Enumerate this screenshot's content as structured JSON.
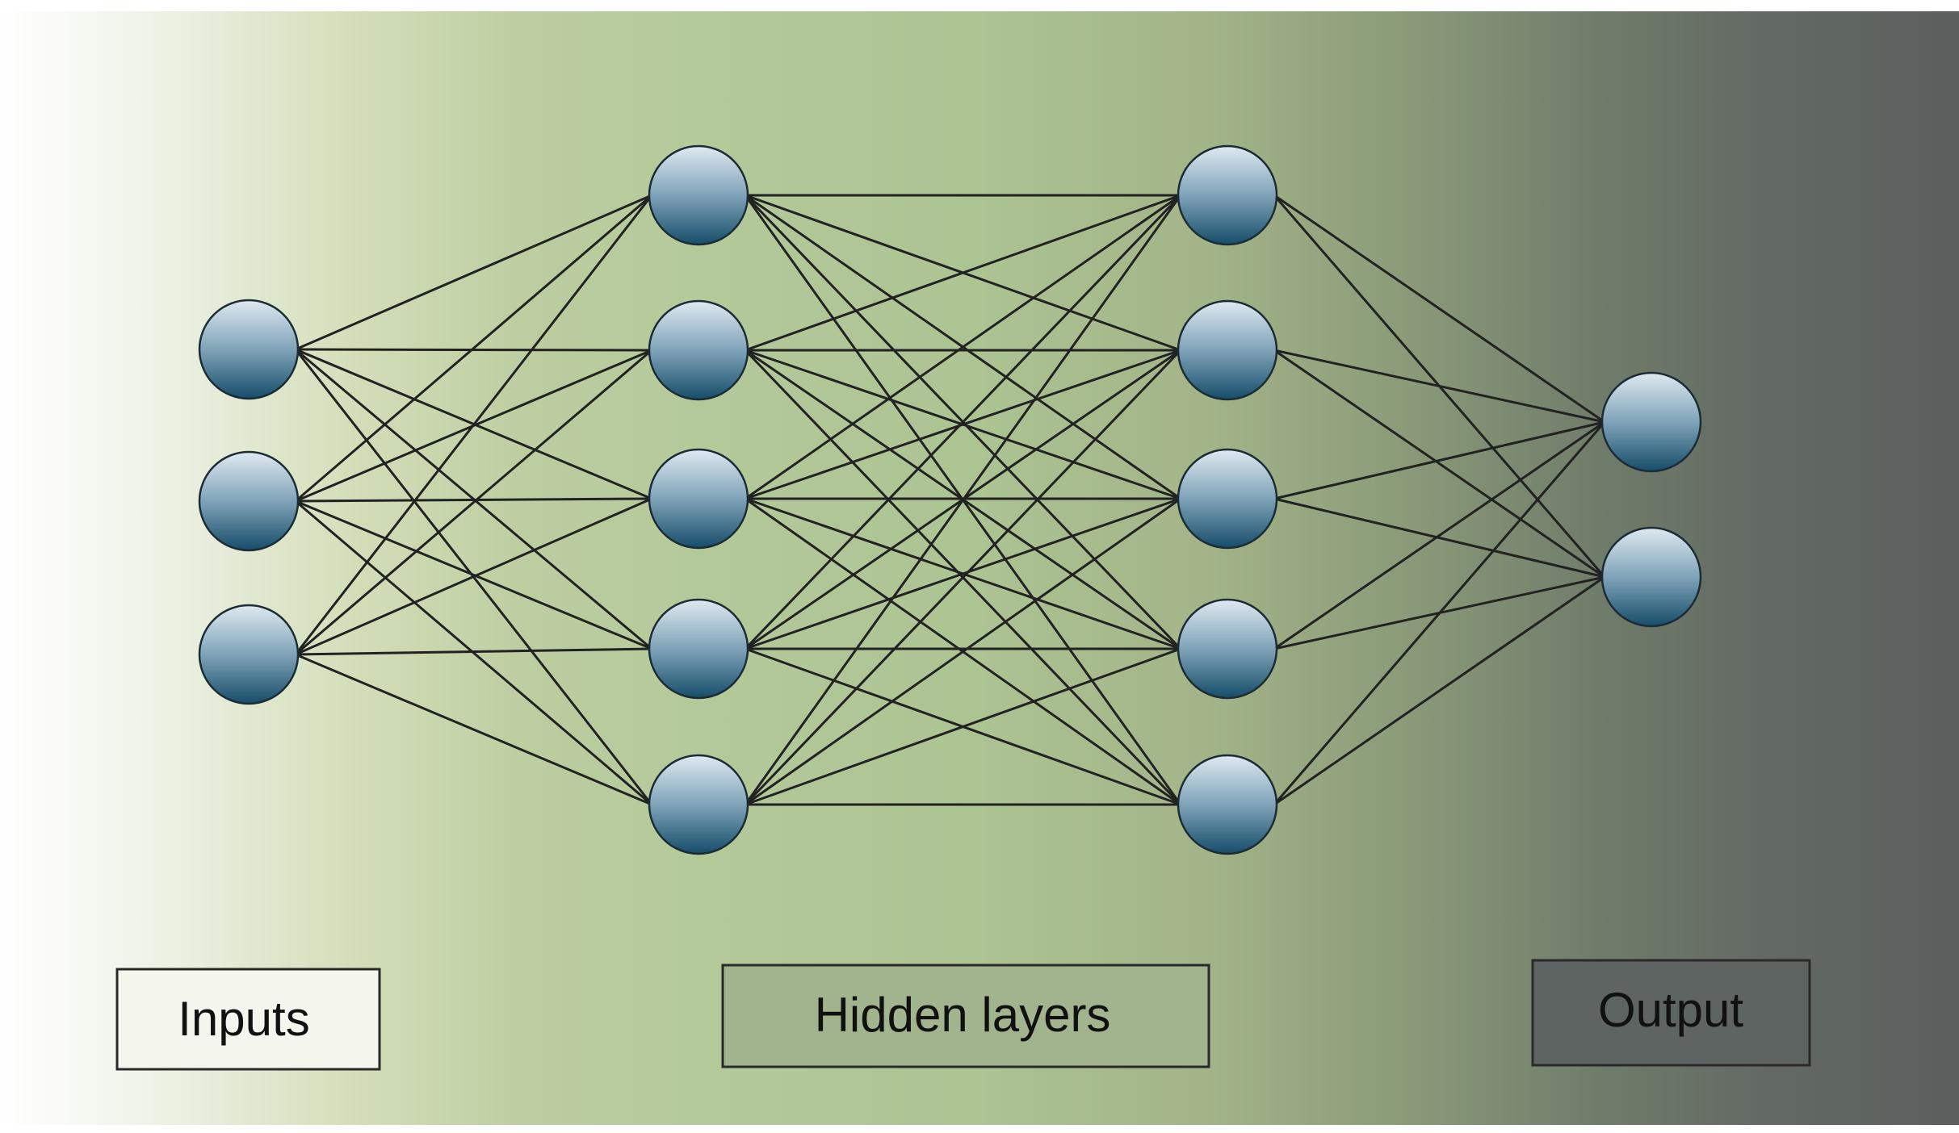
{
  "diagram": {
    "background": {
      "stops": [
        {
          "offset": 0.0,
          "color": "#ffffff"
        },
        {
          "offset": 0.08,
          "color": "#eef2e6"
        },
        {
          "offset": 0.18,
          "color": "#d3deb9"
        },
        {
          "offset": 0.27,
          "color": "#bccda0"
        },
        {
          "offset": 0.36,
          "color": "#b4c99a"
        },
        {
          "offset": 0.5,
          "color": "#acc392"
        },
        {
          "offset": 0.62,
          "color": "#a2b388"
        },
        {
          "offset": 0.72,
          "color": "#8a9a78"
        },
        {
          "offset": 0.82,
          "color": "#6f7b6a"
        },
        {
          "offset": 0.9,
          "color": "#636a63"
        },
        {
          "offset": 1.0,
          "color": "#5a5f5e"
        }
      ]
    },
    "node_colors": {
      "top": "#dfe9f0",
      "mid": "#7fa3b8",
      "bottom": "#174d6a",
      "stroke": "#1c2c35"
    },
    "edge_color": "#222222",
    "layers": [
      {
        "name": "input",
        "node_count": 3
      },
      {
        "name": "hidden-1",
        "node_count": 5
      },
      {
        "name": "hidden-2",
        "node_count": 5
      },
      {
        "name": "output",
        "node_count": 2
      }
    ],
    "labels": {
      "inputs": {
        "text": "Inputs",
        "fill": "#f4f6ee"
      },
      "hidden": {
        "text": "Hidden layers",
        "fill": "#a2b48e"
      },
      "output": {
        "text": "Output",
        "fill": "#5d6461"
      }
    }
  }
}
